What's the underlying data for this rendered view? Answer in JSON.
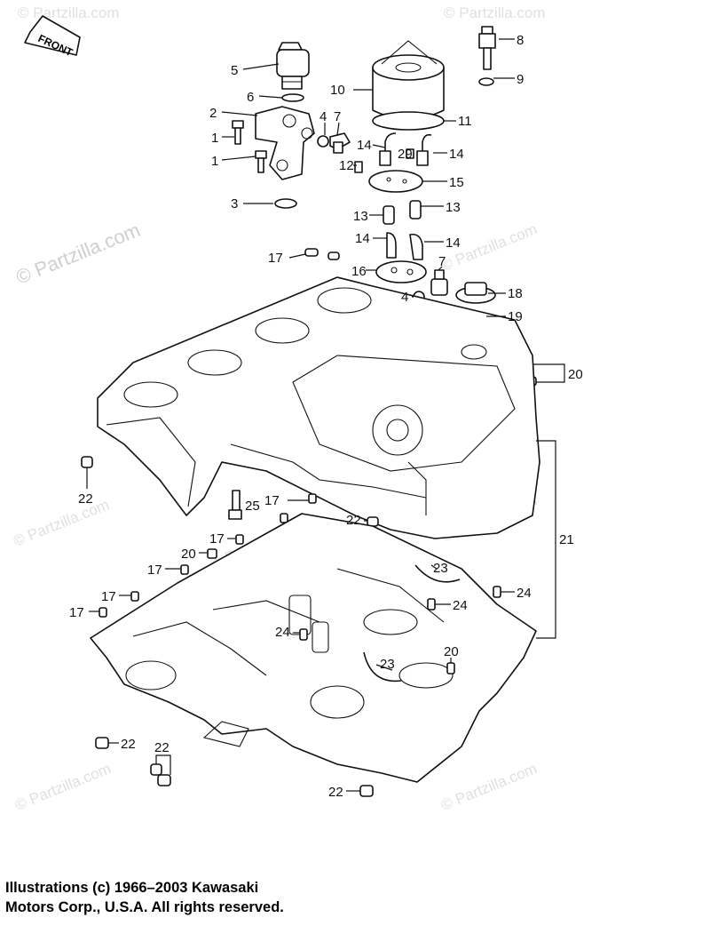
{
  "front_label": "FRONT",
  "watermarks": [
    {
      "text": "© Partzilla.com"
    },
    {
      "text": "© Partzilla.com"
    },
    {
      "text": "© Partzilla.com"
    },
    {
      "text": "© Partzilla.com"
    },
    {
      "text": "© Partzilla.com"
    },
    {
      "text": "© Partzilla.com"
    },
    {
      "text": "© Partzilla.com"
    },
    {
      "text": "© Partzilla.com"
    },
    {
      "text": "© Partzilla.com"
    }
  ],
  "callouts": {
    "c1a": "1",
    "c1b": "1",
    "c2": "2",
    "c3": "3",
    "c4a": "4",
    "c4b": "4",
    "c5": "5",
    "c6": "6",
    "c7a": "7",
    "c7b": "7",
    "c8": "8",
    "c9": "9",
    "c10": "10",
    "c11": "11",
    "c12": "12",
    "c13a": "13",
    "c13b": "13",
    "c14a": "14",
    "c14b": "14",
    "c14c": "14",
    "c14d": "14",
    "c15": "15",
    "c16": "16",
    "c17a": "17",
    "c17b": "17",
    "c17c": "17",
    "c17d": "17",
    "c17e": "17",
    "c17f": "17",
    "c18": "18",
    "c19": "19",
    "c20a": "20",
    "c20b": "20",
    "c20c": "20",
    "c21": "21",
    "c22a": "22",
    "c22b": "22",
    "c22c": "22",
    "c22d": "22",
    "c22e": "22",
    "c23a": "23",
    "c23b": "23",
    "c24a": "24",
    "c24b": "24",
    "c24c": "24",
    "c25": "25",
    "c29": "29"
  },
  "copyright": {
    "line1": "Illustrations (c) 1966–2003 Kawasaki",
    "line2": "Motors Corp., U.S.A.  All rights reserved."
  }
}
